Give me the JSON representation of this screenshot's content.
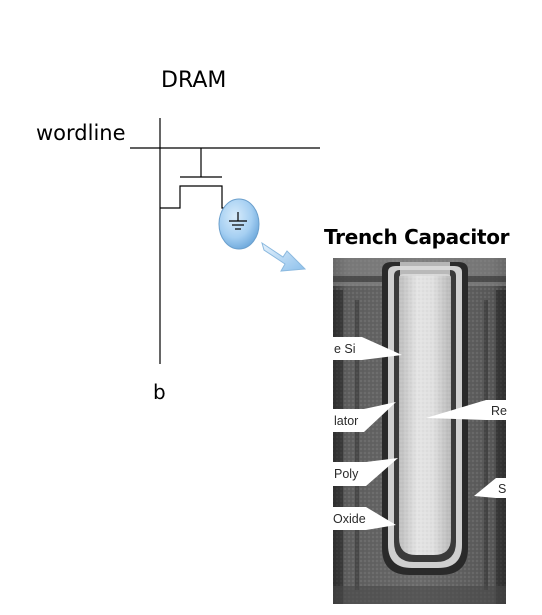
{
  "title": "DRAM",
  "wordline_label": "wordline",
  "bitline_label": "b",
  "trench_title": "Trench Capacitor",
  "sem_labels": {
    "left_1": "e Si",
    "left_2": "lator",
    "left_3": "Poly",
    "left_4": "Oxide",
    "right_1": "Re",
    "right_2": "S"
  },
  "colors": {
    "capacitor_bubble": "#9ecbf0",
    "arrow": "#7fb8e8",
    "line": "#000000"
  },
  "icons": [
    "ground-icon",
    "arrow-icon"
  ]
}
